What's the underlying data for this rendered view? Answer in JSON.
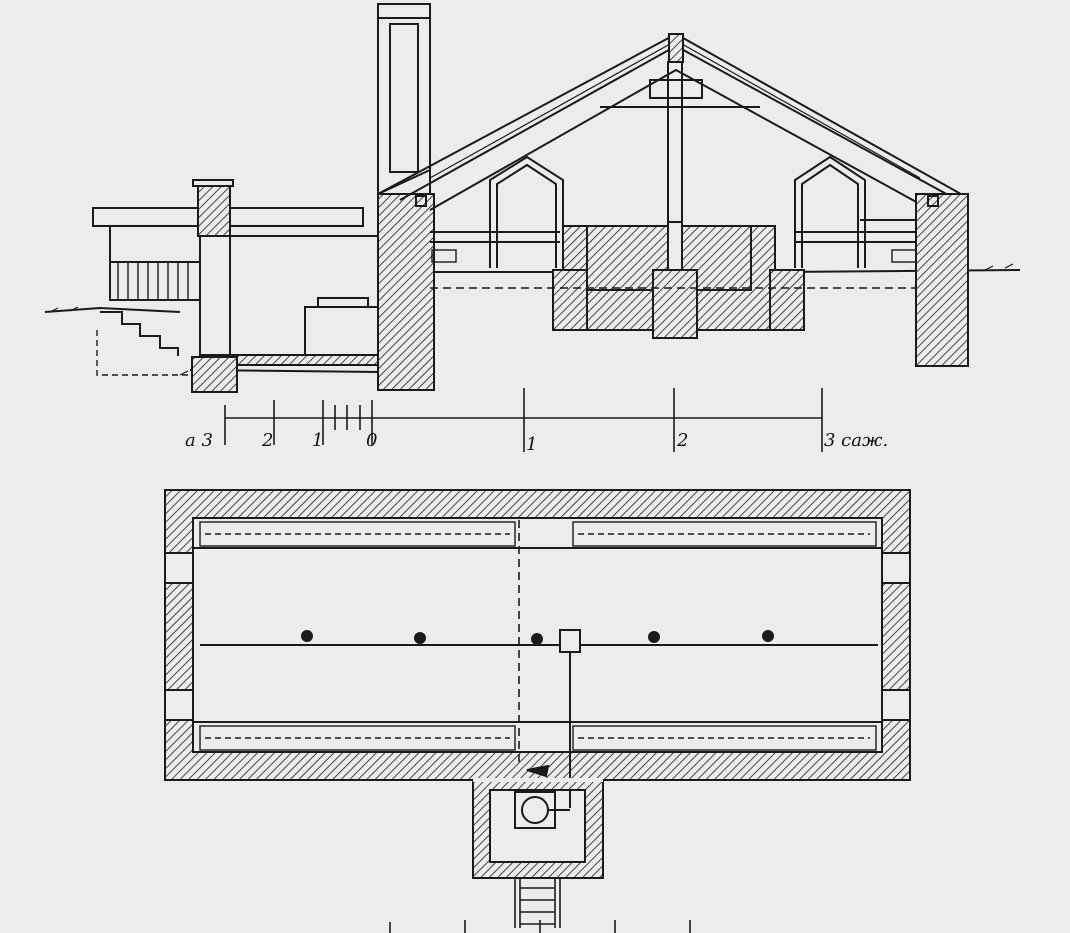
{
  "colors": {
    "paper": "#ececec",
    "ink": "#1a1a1a",
    "hatch": "#1a1a1a"
  },
  "upper_scale": {
    "labels": [
      "а 3",
      "2",
      "1",
      "0",
      "1",
      "2",
      "3 саж."
    ]
  },
  "icons": {
    "hatching": "diagonal-hatch-pattern",
    "stove": "stove-circle-icon"
  }
}
